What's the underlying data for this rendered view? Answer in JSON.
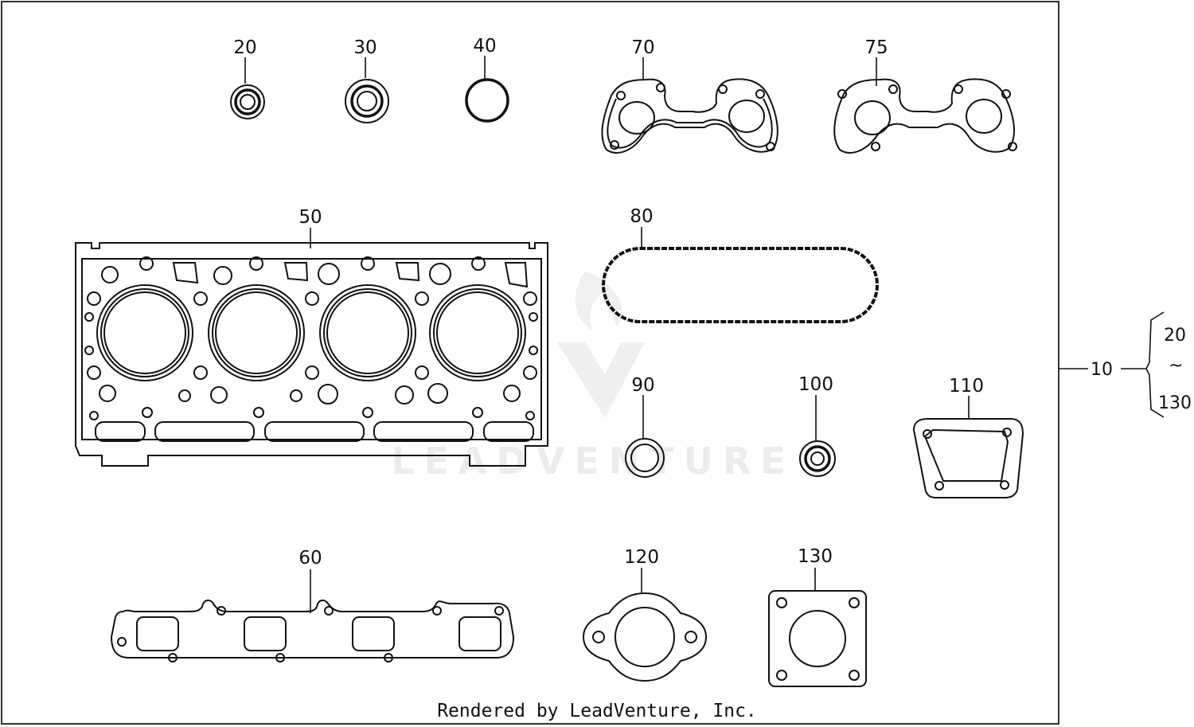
{
  "labels": {
    "l20": "20",
    "l30": "30",
    "l40": "40",
    "l50": "50",
    "l60": "60",
    "l70": "70",
    "l75": "75",
    "l80": "80",
    "l90": "90",
    "l100": "100",
    "l110": "110",
    "l120": "120",
    "l130": "130",
    "l10": "10",
    "range_start": "20",
    "range_tilde": "~",
    "range_end": "130"
  },
  "watermark": "LEADVENTURE",
  "footer": "Rendered by LeadVenture, Inc."
}
